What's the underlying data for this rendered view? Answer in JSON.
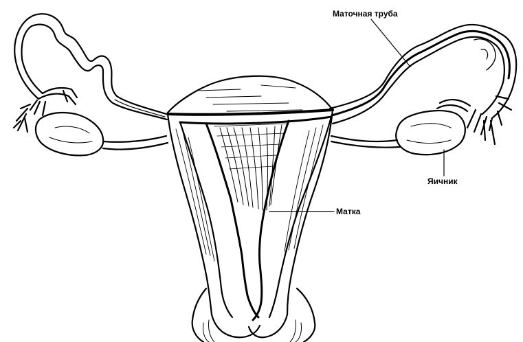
{
  "labels": {
    "fallopian_tube": "Маточная труба",
    "ovary": "Яичник",
    "uterus": "Матка"
  },
  "colors": {
    "ink": "#000000",
    "paper": "#ffffff"
  }
}
